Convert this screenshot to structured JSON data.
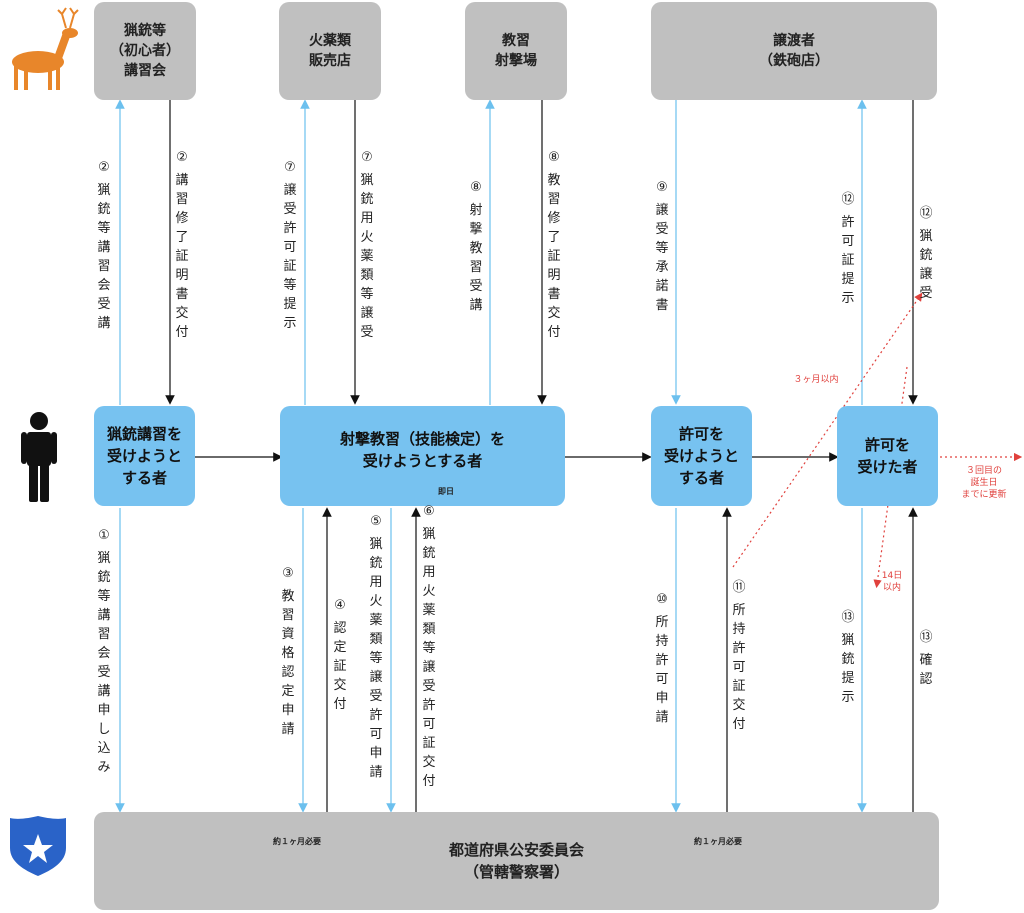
{
  "top_boxes": {
    "lecture": "猟銃等\n（初心者）\n講習会",
    "powder_shop": "火薬類\n販売店",
    "range": "教習\n射撃場",
    "transferor": "譲渡者\n（鉄砲店）"
  },
  "middle_boxes": {
    "m1": "猟銃講習を\n受けようと\nする者",
    "m2": "射撃教習（技能検定）を\n受けようとする者",
    "m3": "許可を\n受けようと\nする者",
    "m4": "許可を\n受けた者"
  },
  "bottom_box": "都道府県公安委員会\n（管轄警察署）",
  "badges": {
    "immediate": "即日",
    "about_1_month": "約１ヶ月必要"
  },
  "notes": {
    "three_months": "３ヶ月以内",
    "fourteen_days": "14日\n以内",
    "renewal": "３回目の\n誕生日\nまでに更新"
  },
  "steps": {
    "s1": {
      "num": "①",
      "text": "猟銃等講習会受講申し込み"
    },
    "s2a": {
      "num": "②",
      "text": "猟銃等講習会受講"
    },
    "s2b": {
      "num": "②",
      "text": "講習修了証明書交付"
    },
    "s3": {
      "num": "③",
      "text": "教習資格認定申請"
    },
    "s4": {
      "num": "④",
      "text": "認定証交付"
    },
    "s5": {
      "num": "⑤",
      "text": "猟銃用火薬類等譲受許可申請"
    },
    "s6": {
      "num": "⑥",
      "text": "猟銃用火薬類等譲受許可証交付"
    },
    "s7a": {
      "num": "⑦",
      "text": "譲受許可証等提示"
    },
    "s7b": {
      "num": "⑦",
      "text": "猟銃用火薬類等譲受"
    },
    "s8a": {
      "num": "⑧",
      "text": "射撃教習受講"
    },
    "s8b": {
      "num": "⑧",
      "text": "教習修了証明書交付"
    },
    "s9": {
      "num": "⑨",
      "text": "譲受等承諾書"
    },
    "s10": {
      "num": "⑩",
      "text": "所持許可申請"
    },
    "s11": {
      "num": "⑪",
      "text": "所持許可証交付"
    },
    "s12a": {
      "num": "⑫",
      "text": "許可証提示"
    },
    "s12b": {
      "num": "⑫",
      "text": "猟銃譲受"
    },
    "s13a": {
      "num": "⑬",
      "text": "猟銃提示"
    },
    "s13b": {
      "num": "⑬",
      "text": "確認"
    }
  },
  "colors": {
    "box_gray": "#c0c0c0",
    "box_blue": "#77c2f0",
    "arrow_blue": "#6cc0ee",
    "arrow_black": "#111111",
    "note_red": "#e0413d",
    "badge_red": "#e0676a",
    "deer": "#e8862a",
    "police": "#2a63c8"
  },
  "icons": [
    "deer-icon",
    "person-icon",
    "police-badge-icon"
  ]
}
